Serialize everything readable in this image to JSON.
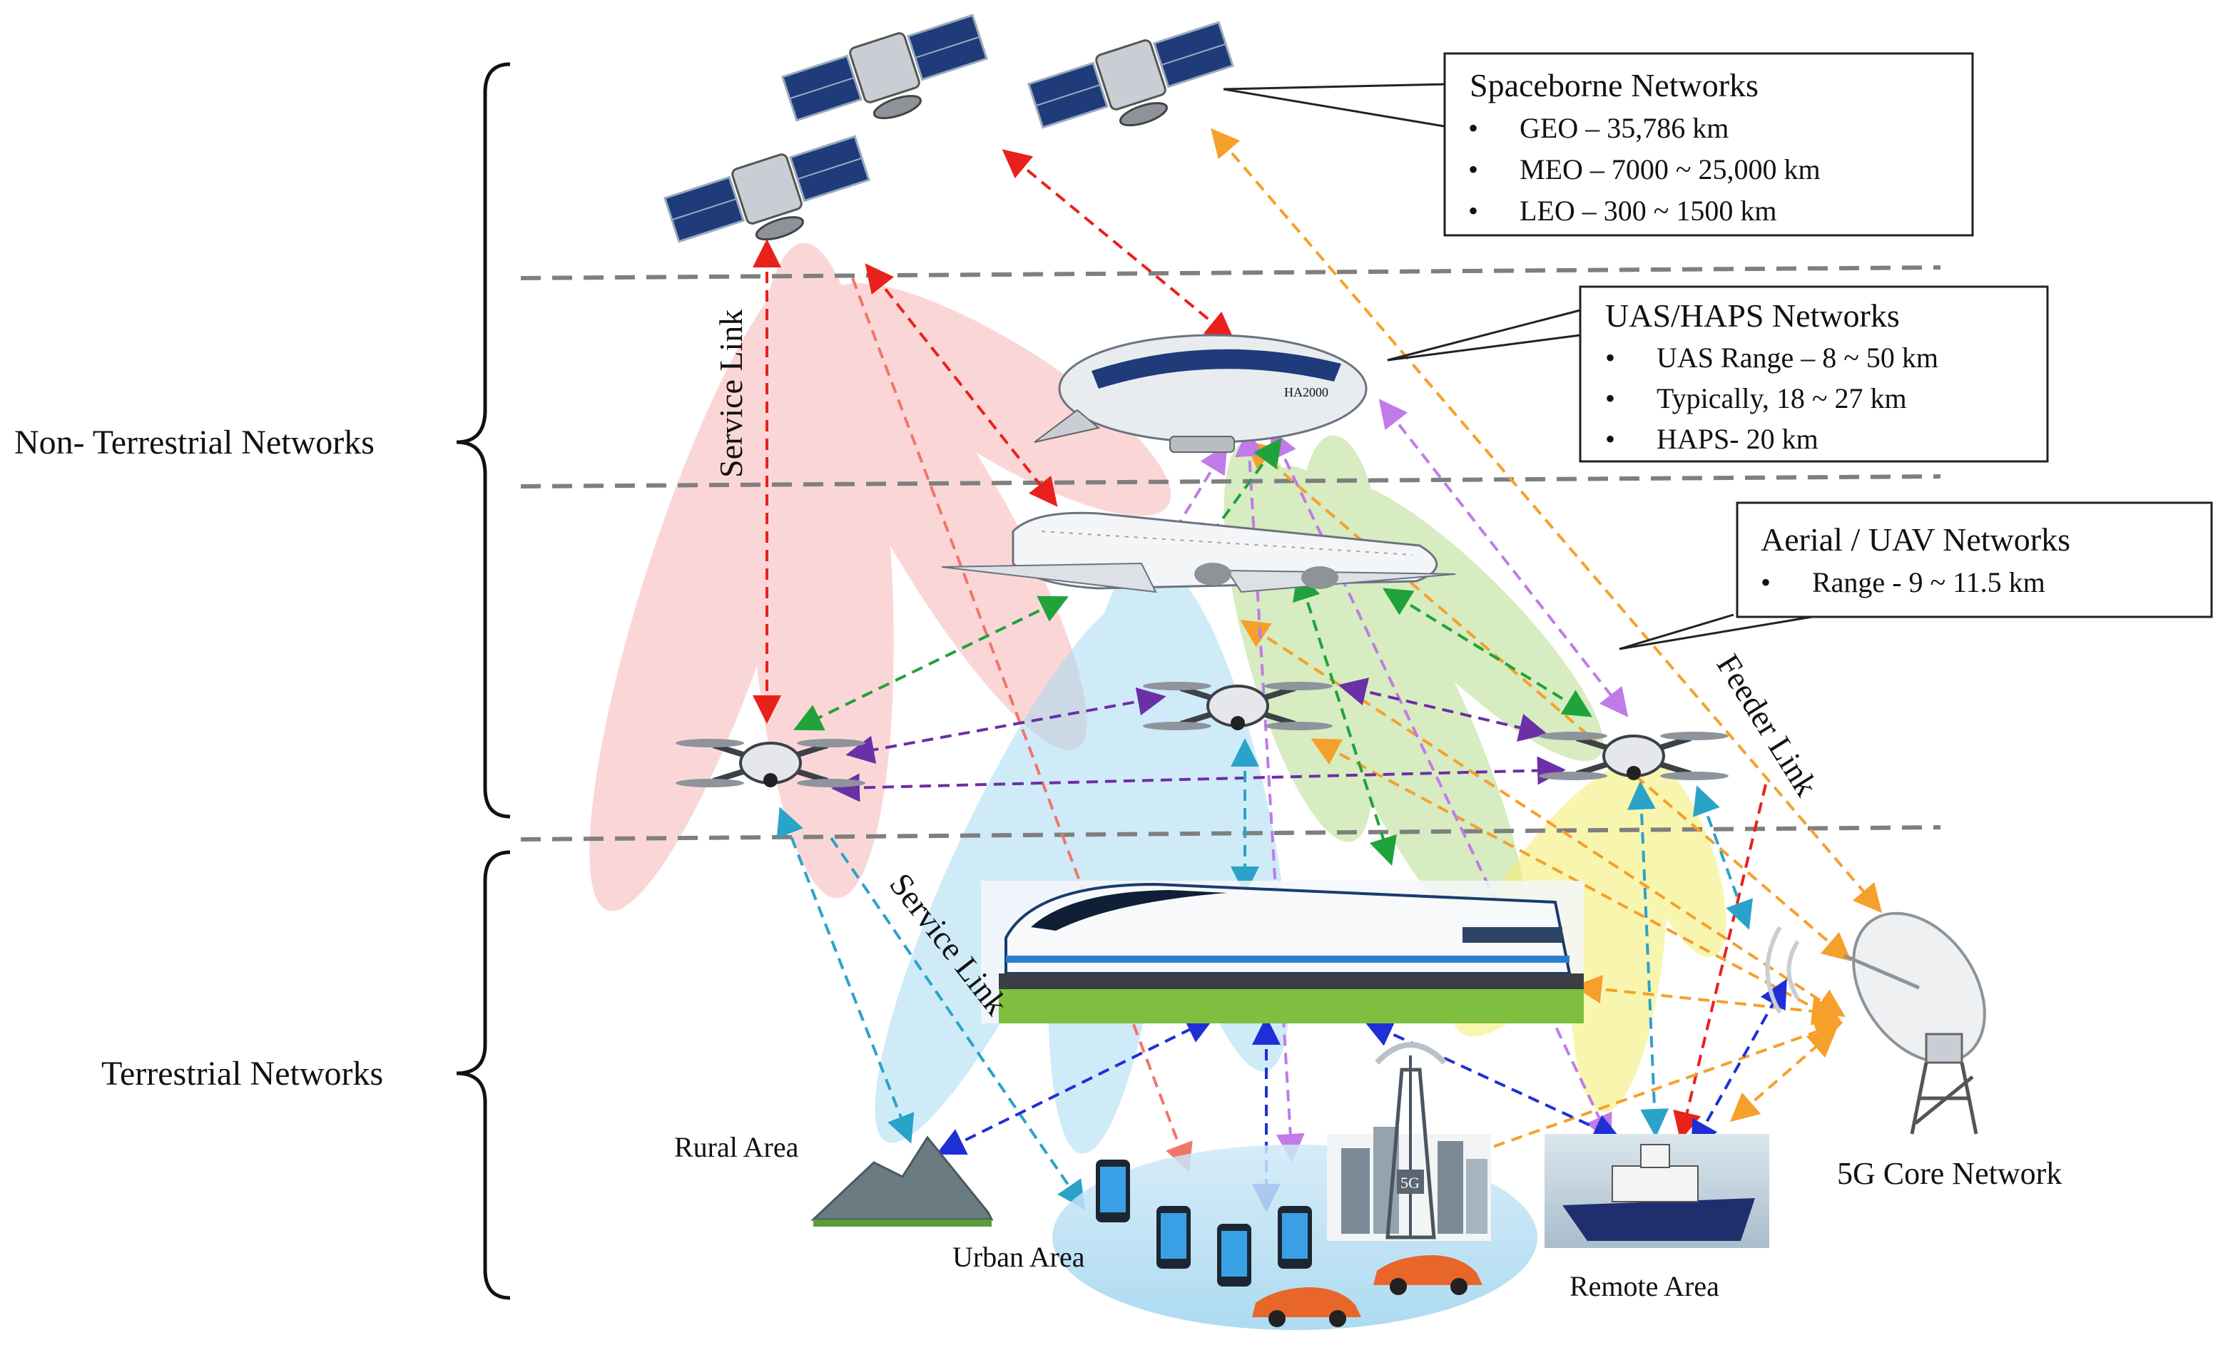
{
  "categories": {
    "non_terrestrial": "Non- Terrestrial Networks",
    "terrestrial": "Terrestrial Networks"
  },
  "links": {
    "service_link_vertical": "Service Link",
    "service_link_diagonal": "Service Link",
    "feeder_link": "Feeder Link"
  },
  "boxes": {
    "spaceborne": {
      "title": "Spaceborne Networks",
      "items": [
        "GEO – 35,786 km",
        "MEO – 7000 ~ 25,000 km",
        "LEO – 300 ~ 1500 km"
      ]
    },
    "uas_haps": {
      "title": "UAS/HAPS Networks",
      "items": [
        "UAS Range – 8 ~ 50 km",
        "Typically, 18 ~ 27 km",
        "HAPS- 20 km"
      ]
    },
    "aerial_uav": {
      "title": "Aerial / UAV Networks",
      "items": [
        "Range - 9 ~ 11.5 km"
      ]
    }
  },
  "areas": {
    "rural": "Rural Area",
    "urban": "Urban Area",
    "remote": "Remote Area",
    "core": "5G Core Network"
  },
  "misc": {
    "tower_label": "5G",
    "airship_label": "HA2000"
  },
  "icons": [
    "satellite-icon",
    "airship-icon",
    "airplane-icon",
    "drone-icon",
    "train-icon",
    "mountain-icon",
    "smartphone-icon",
    "car-icon",
    "city-icon",
    "cell-tower-icon",
    "ship-icon",
    "satellite-dish-icon"
  ],
  "colors": {
    "red_link": "#e8211c",
    "salmon_link": "#f0766a",
    "orange_link": "#f5a02a",
    "violet_link": "#c07be8",
    "purple_link": "#6b2fa6",
    "green_link": "#1fa33a",
    "cyan_link": "#2aa3c9",
    "blue_link": "#1f2fd6",
    "separator": "#7f7f7f"
  }
}
